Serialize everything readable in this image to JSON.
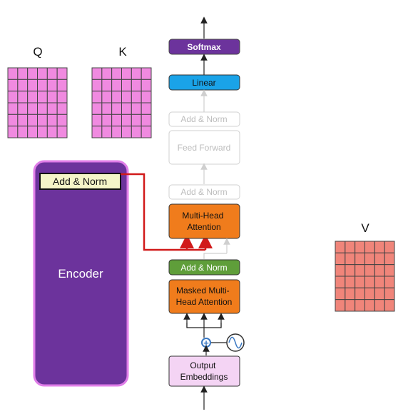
{
  "matrices": {
    "q": {
      "label": "Q",
      "fill": "#f08ae0",
      "grid": [
        6,
        6
      ]
    },
    "k": {
      "label": "K",
      "fill": "#f08ae0",
      "grid": [
        6,
        6
      ]
    },
    "v": {
      "label": "V",
      "fill": "#f0857a",
      "grid": [
        6,
        6
      ]
    }
  },
  "encoder": {
    "label": "Encoder",
    "add_norm_label": "Add & Norm",
    "fill": "#6c339c",
    "border": "#e07ee8"
  },
  "decoder": {
    "softmax": "Softmax",
    "linear": "Linear",
    "add_norm_top": "Add & Norm",
    "feed_forward": "Feed Forward",
    "add_norm_mid": "Add & Norm",
    "multi_head_attention": "Multi-Head\nAttention",
    "add_norm_masked": "Add & Norm",
    "masked_attention": "Masked Multi-\nHead Attention",
    "output_embeddings": "Output\nEmbeddings"
  },
  "colors": {
    "softmax": "#6c339c",
    "linear": "#1aa3e8",
    "attention": "#f07c1c",
    "add_norm_green": "#5f9e3a",
    "embeddings": "#f4d4f4",
    "faded_text": "#bdbdbd",
    "faded_border": "#d0d0d0",
    "red_arrow": "#d11a1a",
    "positional_plus": "#3a78c2"
  },
  "glyphs": {
    "plus": "+"
  }
}
